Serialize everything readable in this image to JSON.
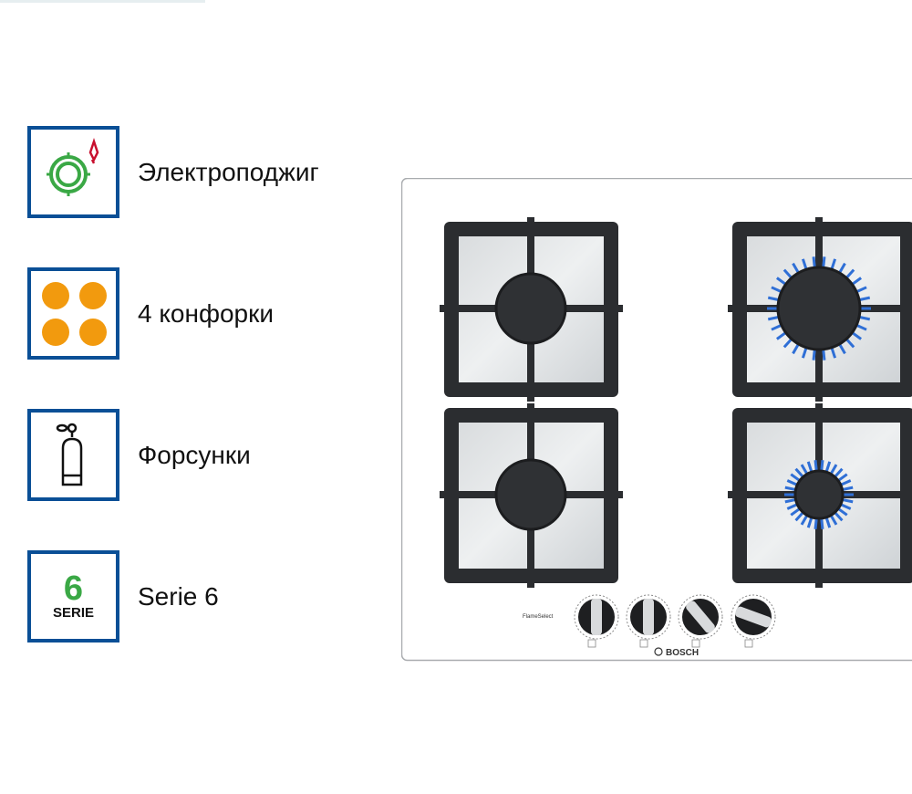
{
  "features": [
    {
      "icon": "ignition-icon",
      "label": "Электроподжиг"
    },
    {
      "icon": "four-burners-icon",
      "label": "4 конфорки"
    },
    {
      "icon": "gas-cylinder-icon",
      "label": "Форсунки"
    },
    {
      "icon": "serie-badge-icon",
      "label": "Serie 6",
      "badge_number": "6",
      "badge_text": "SERIE"
    }
  ],
  "hob": {
    "flame_select": "FlameSelect",
    "brand": "BOSCH"
  },
  "colors": {
    "border_blue": "#0a4f96",
    "ignition_green": "#3aa845",
    "flame_red": "#c8102e",
    "burner_orange": "#f29a0e",
    "flame_blue": "#2f6fd6"
  }
}
